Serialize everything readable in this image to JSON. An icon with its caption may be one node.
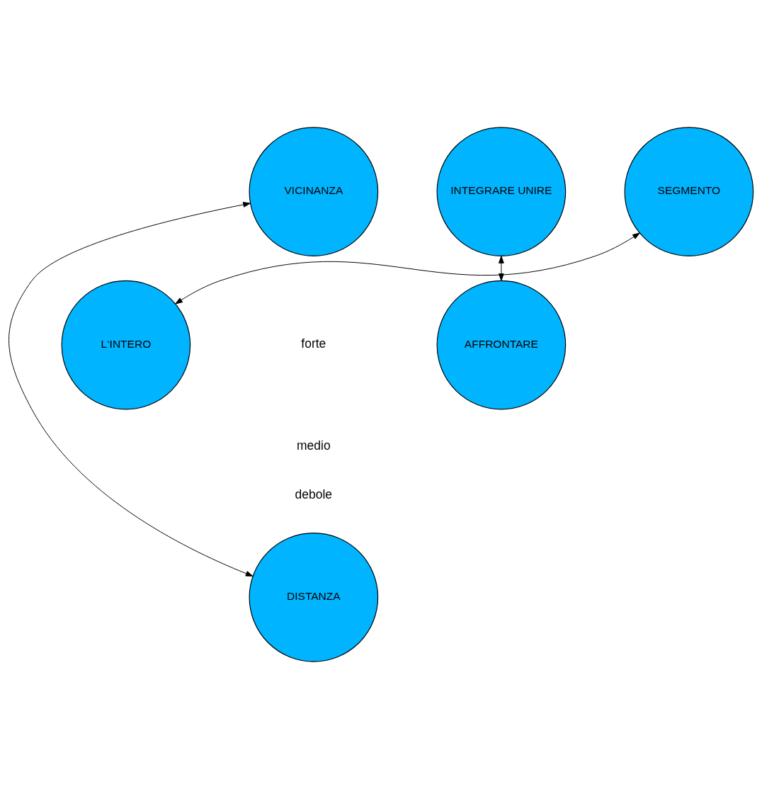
{
  "diagram": {
    "nodes": [
      {
        "text": [
          "VICINANZA"
        ]
      },
      {
        "text": [
          "L‘INTERO"
        ]
      },
      {
        "text": [
          "AFFRONTARE"
        ]
      },
      {
        "text": [
          "INTEGRARE UNIRE"
        ]
      },
      {
        "text": [
          "SEGMENTO"
        ]
      },
      {
        "text": [
          "DISTANZA"
        ]
      }
    ],
    "edges": [
      {
        "from": 0,
        "to": 5,
        "arrow": "both"
      },
      {
        "from": 1,
        "to": 4,
        "arrow": "both"
      },
      {
        "from": 2,
        "to": 3,
        "arrow": "both"
      }
    ],
    "labels": [
      "forte",
      "medio",
      "debole"
    ]
  }
}
